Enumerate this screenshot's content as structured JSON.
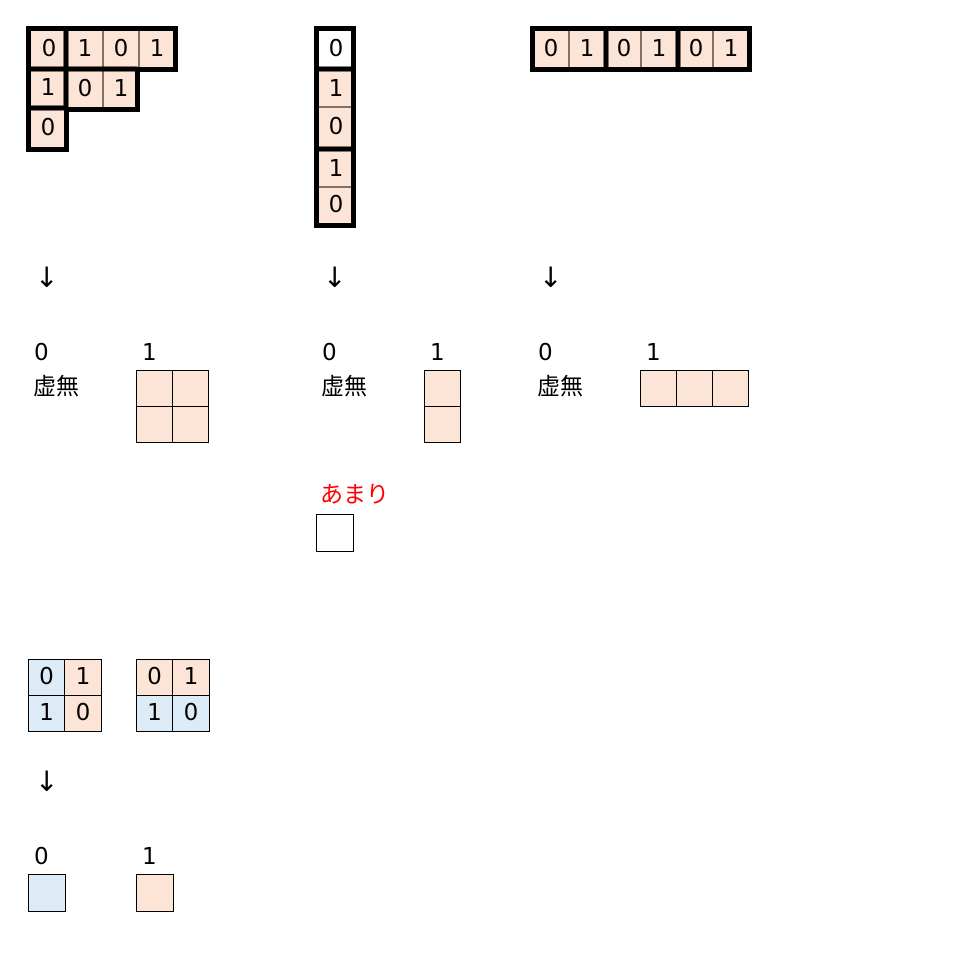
{
  "colors": {
    "peach": "#fce4d6",
    "blue": "#ddebf7",
    "white": "#ffffff",
    "remainder_red": "#ff0000"
  },
  "top": {
    "shape1": {
      "row1": [
        "0",
        "1",
        "0",
        "1"
      ],
      "row2": [
        "1",
        "0",
        "1"
      ],
      "row3": [
        "0"
      ]
    },
    "shape2": {
      "column": [
        "0",
        "1",
        "0",
        "1",
        "0"
      ]
    },
    "shape3": {
      "row": [
        "0",
        "1",
        "0",
        "1",
        "0",
        "1"
      ]
    }
  },
  "arrow": "↓",
  "results": {
    "zero_label": "0",
    "one_label": "1",
    "void_text": "虚無"
  },
  "remainder_label": "あまり",
  "bottom": {
    "grid_a": [
      "0",
      "1",
      "1",
      "0"
    ],
    "grid_b": [
      "0",
      "1",
      "1",
      "0"
    ],
    "zero_label": "0",
    "one_label": "1"
  }
}
